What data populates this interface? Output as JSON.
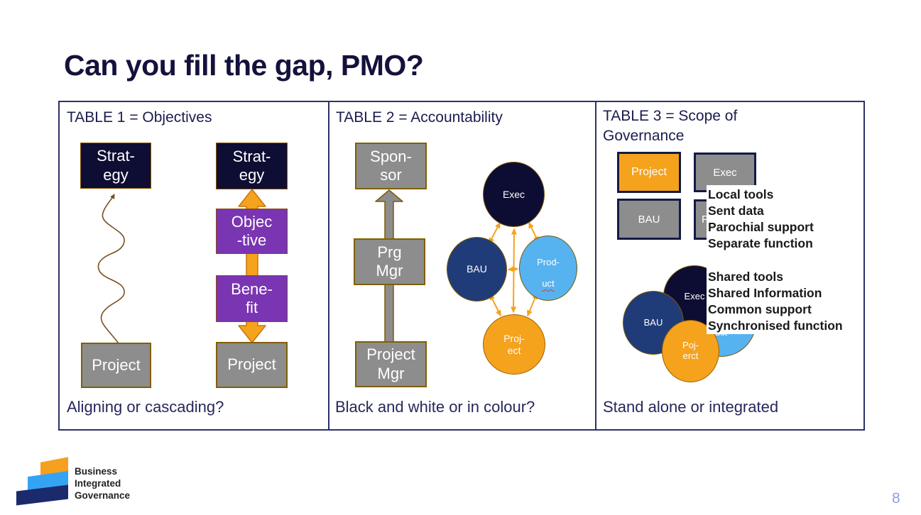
{
  "slide": {
    "title": "Can you fill the gap, PMO?",
    "page_number": "8"
  },
  "logo": {
    "line1": "Business",
    "line2": "Integrated",
    "line3": "Governance"
  },
  "colors": {
    "title_navy": "#14123C",
    "panel_border_navy": "#2D3166",
    "box_navy": "#0E0D33",
    "purple": "#7A35B2",
    "orange": "#F5A21D",
    "gray": "#8D8D8D",
    "blue_dark": "#1F3C78",
    "blue_light": "#56B3F0",
    "page_number_blue": "#8F9FE7"
  },
  "table1": {
    "header": "TABLE 1 = Objectives",
    "caption": "Aligning or cascading?",
    "strategy_left": "Strat-\negy",
    "project_left": "Project",
    "strategy_right": "Strat-\negy",
    "objective": "Objec\n-tive",
    "benefit": "Bene-\nfit",
    "project_right": "Project"
  },
  "table2": {
    "header": "TABLE 2 = Accountability",
    "caption": "Black and white or in colour?",
    "sponsor": "Spon-\nsor",
    "prg_mgr": "Prg\nMgr",
    "project_mgr": "Project\nMgr",
    "exec_circle": "Exec",
    "bau_circle": "BAU",
    "product_line1": "Prod-",
    "product_line2": "uct",
    "project_circle": "Proj-\nect"
  },
  "table3": {
    "header": "TABLE 3 = Scope of\nGovernance",
    "caption": "Stand alone or integrated",
    "project_box": "Project",
    "exec_box": "Exec",
    "bau_box": "BAU",
    "hidden_box": "P",
    "standalone": [
      "Local tools",
      "Sent data",
      "Parochial support",
      "Separate function"
    ],
    "integrated": [
      "Shared tools",
      "Shared Information",
      "Common support",
      "Synchronised function"
    ],
    "exec_circle": "Exec",
    "bau_circle": "BAU",
    "product_fragment": "uct",
    "project_circle": "Poj-\nerct"
  }
}
